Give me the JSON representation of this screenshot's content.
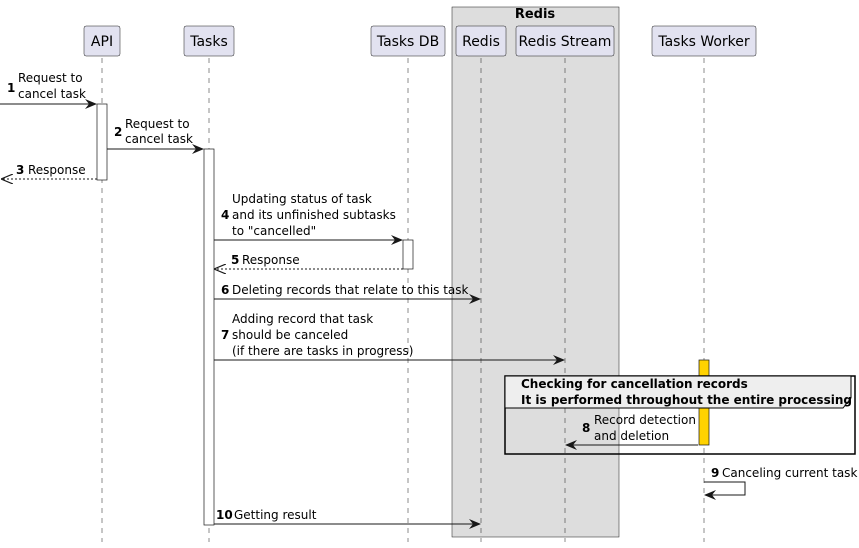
{
  "box": {
    "title": "Redis"
  },
  "participants": [
    {
      "id": "api",
      "name": "API"
    },
    {
      "id": "tasks",
      "name": "Tasks"
    },
    {
      "id": "tasksdb",
      "name": "Tasks DB"
    },
    {
      "id": "redis",
      "name": "Redis"
    },
    {
      "id": "stream",
      "name": "Redis Stream"
    },
    {
      "id": "worker",
      "name": "Tasks Worker"
    }
  ],
  "messages": [
    {
      "num": "1",
      "lines": [
        "Request to",
        "cancel task"
      ],
      "from": "left-edge",
      "to": "api",
      "style": "solid"
    },
    {
      "num": "2",
      "lines": [
        "Request to",
        "cancel task"
      ],
      "from": "api",
      "to": "tasks",
      "style": "solid"
    },
    {
      "num": "3",
      "lines": [
        "Response"
      ],
      "from": "api",
      "to": "left-edge",
      "style": "dashed"
    },
    {
      "num": "4",
      "lines": [
        "Updating status of task",
        "and its unfinished subtasks",
        "to \"cancelled\""
      ],
      "from": "tasks",
      "to": "tasksdb",
      "style": "solid"
    },
    {
      "num": "5",
      "lines": [
        "Response"
      ],
      "from": "tasksdb",
      "to": "tasks",
      "style": "dashed"
    },
    {
      "num": "6",
      "lines": [
        "Deleting records that relate to this task"
      ],
      "from": "tasks",
      "to": "redis",
      "style": "solid"
    },
    {
      "num": "7",
      "lines": [
        "Adding record that task",
        "should be canceled",
        "(if there are tasks in progress)"
      ],
      "from": "tasks",
      "to": "stream",
      "style": "solid"
    },
    {
      "num": "8",
      "lines": [
        "Record detection",
        "and deletion"
      ],
      "from": "worker",
      "to": "stream",
      "style": "solid"
    },
    {
      "num": "9",
      "lines": [
        "Canceling current task"
      ],
      "from": "worker",
      "to": "worker",
      "style": "self"
    },
    {
      "num": "10",
      "lines": [
        "Getting result"
      ],
      "from": "tasks",
      "to": "redis",
      "style": "solid"
    }
  ],
  "group": {
    "lines": [
      "Checking for cancellation records",
      "It is performed throughout the entire processing"
    ]
  },
  "colors": {
    "participant_fill": "#e2e2f0",
    "participant_stroke": "#181818",
    "box_fill": "#dddddd",
    "worker_activation": "#ffd200",
    "group_fill": "#eeeeee"
  }
}
